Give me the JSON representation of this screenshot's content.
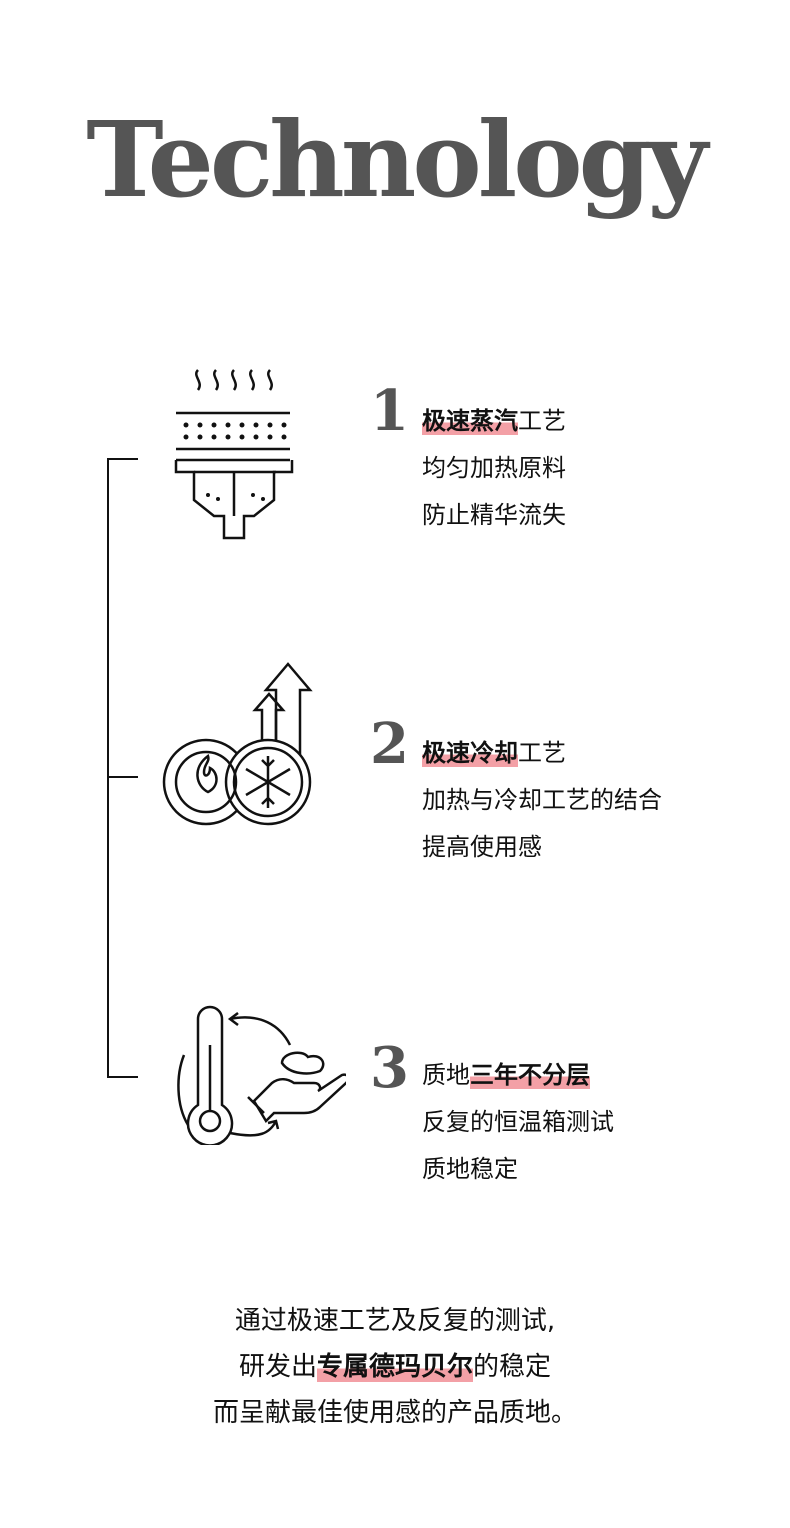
{
  "title": "Technology",
  "items": [
    {
      "number": "1",
      "highlight": "极速蒸汽",
      "rest": "工艺",
      "lines": [
        "均匀加热原料",
        "防止精华流失"
      ],
      "icon": "steam-filter-icon"
    },
    {
      "number": "2",
      "highlight": "极速冷却",
      "rest": "工艺",
      "lines": [
        "加热与冷却工艺的结合",
        "提高使用感"
      ],
      "icon": "heat-cool-icon"
    },
    {
      "number": "3",
      "prefix": "质地",
      "highlight": "三年不分层",
      "lines": [
        "反复的恒温箱测试",
        "质地稳定"
      ],
      "icon": "thermometer-cream-icon"
    }
  ],
  "summary": {
    "line1": "通过极速工艺及反复的测试,",
    "line2_pre": "研发出",
    "line2_highlight": "专属德玛贝尔",
    "line2_post": "的稳定",
    "line3": "而呈献最佳使用感的产品质地。"
  },
  "colors": {
    "highlight": "#f3a0a6",
    "title": "#555555"
  }
}
